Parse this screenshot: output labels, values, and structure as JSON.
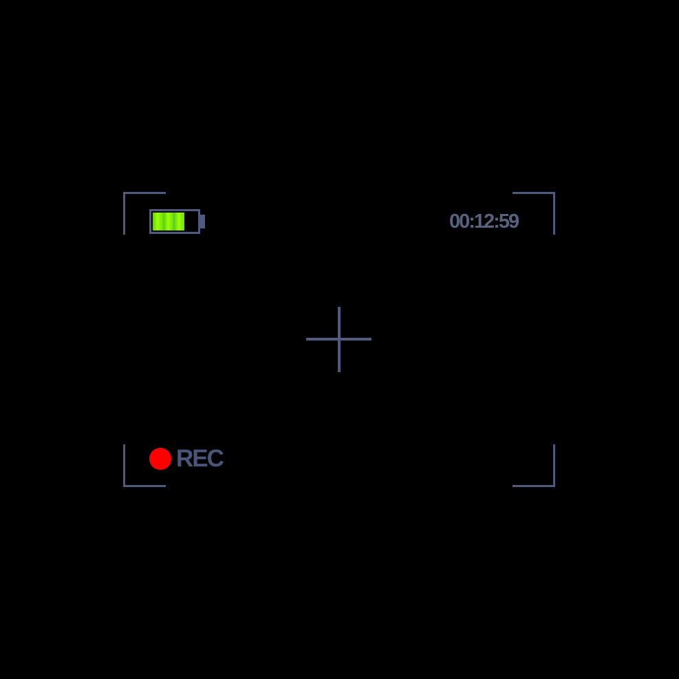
{
  "viewfinder": {
    "battery": {
      "icon": "battery-icon",
      "level_cells": 3,
      "total_cells": 4,
      "fill_color": "#9cff00"
    },
    "timecode": "00:12:59",
    "recording": {
      "label": "REC",
      "indicator_color": "#ff0000"
    },
    "crosshair": {
      "icon": "crosshair-icon"
    },
    "frame_color": "#4f5a80"
  }
}
